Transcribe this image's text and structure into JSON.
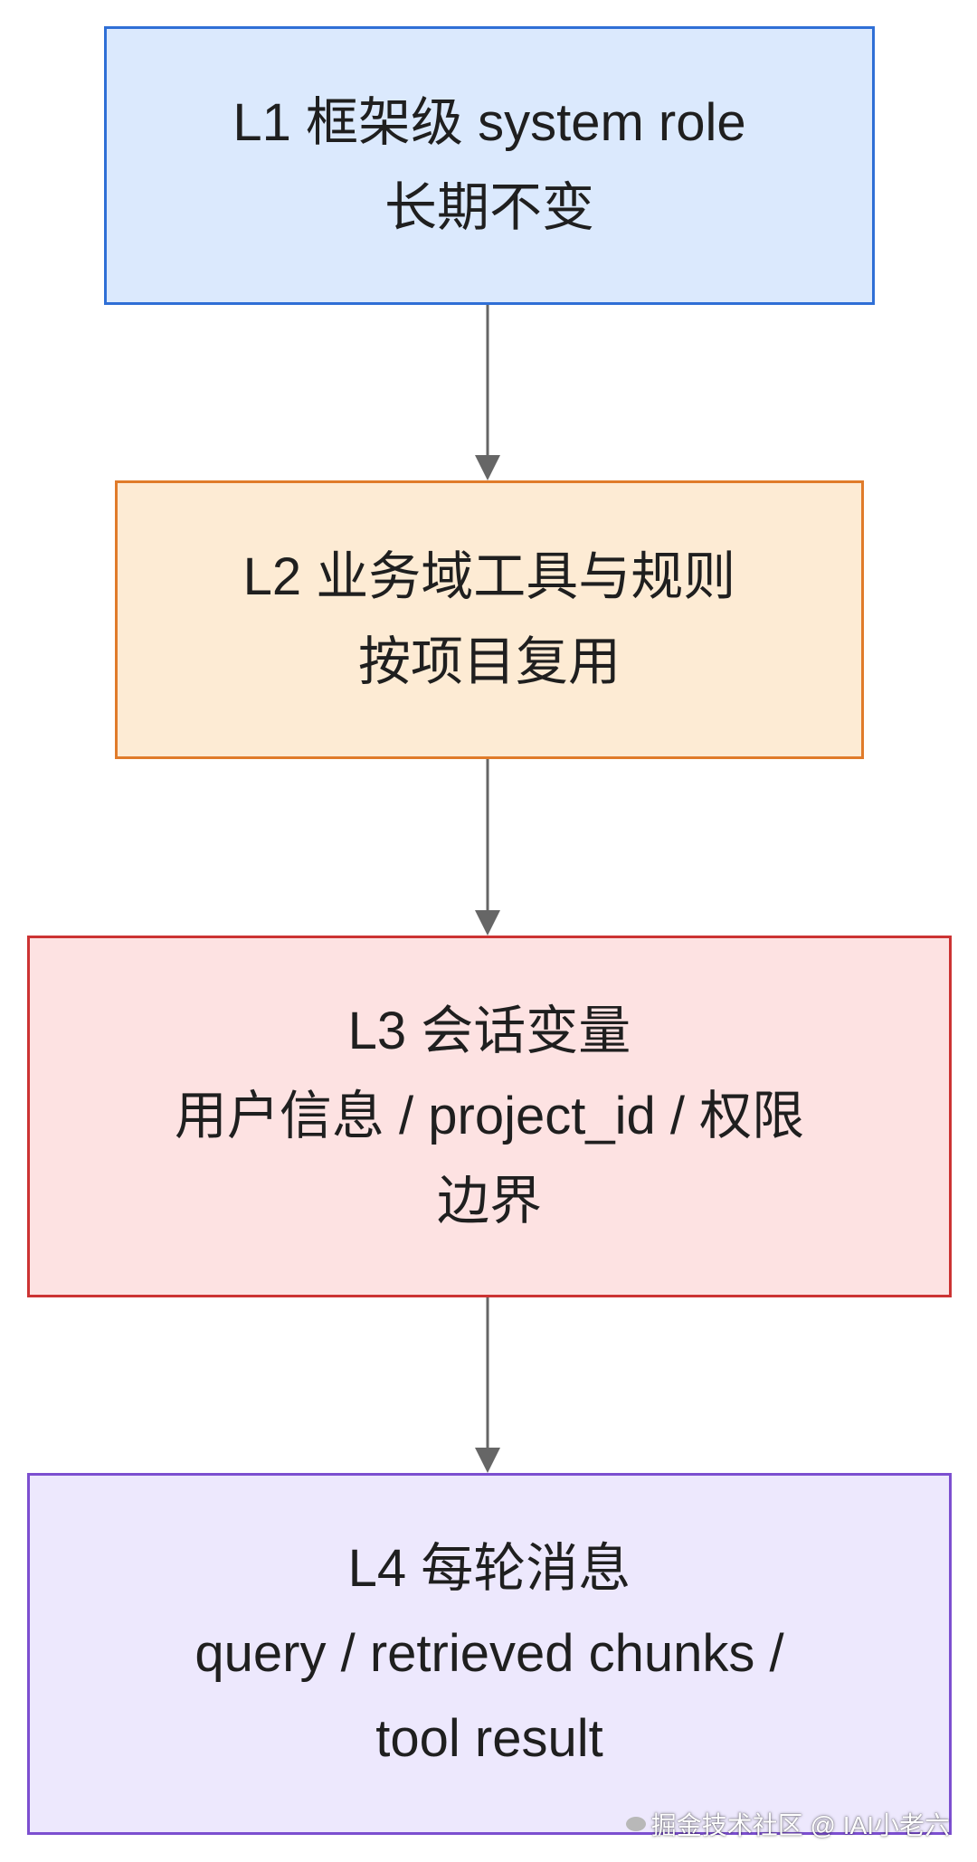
{
  "nodes": [
    {
      "id": "l1",
      "lines": [
        "L1 框架级 system role",
        "长期不变"
      ],
      "fill": "#dbe9fd",
      "stroke": "#2f6fd6"
    },
    {
      "id": "l2",
      "lines": [
        "L2 业务域工具与规则",
        "按项目复用"
      ],
      "fill": "#fdebd4",
      "stroke": "#e07b2a"
    },
    {
      "id": "l3",
      "lines": [
        "L3 会话变量",
        "用户信息 / project_id / 权限",
        "边界"
      ],
      "fill": "#fde2e2",
      "stroke": "#cc3333"
    },
    {
      "id": "l4",
      "lines": [
        "L4 每轮消息",
        "query / retrieved chunks /",
        "tool result"
      ],
      "fill": "#ede8fd",
      "stroke": "#7c4fd0"
    }
  ],
  "edges": [
    {
      "from": "l1",
      "to": "l2"
    },
    {
      "from": "l2",
      "to": "l3"
    },
    {
      "from": "l3",
      "to": "l4"
    }
  ],
  "edge_color": "#666666",
  "watermark": "掘金技术社区 @ IAI小老六"
}
